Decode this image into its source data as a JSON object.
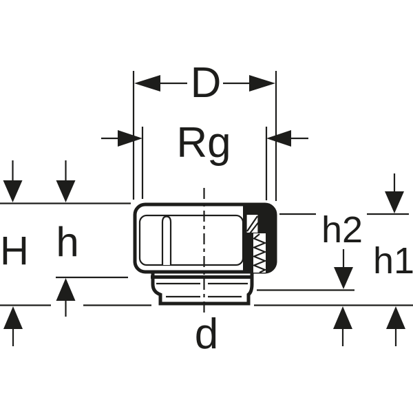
{
  "drawing": {
    "description": "technical dimension drawing of a threaded pipe end cap fitting, cross-section view",
    "labels": {
      "D": "D",
      "Rg": "Rg",
      "H": "H",
      "h": "h",
      "h2": "h2",
      "h1": "h1",
      "d": "d"
    },
    "colors": {
      "ink": "#1d1d1b",
      "background": "#ffffff"
    }
  }
}
